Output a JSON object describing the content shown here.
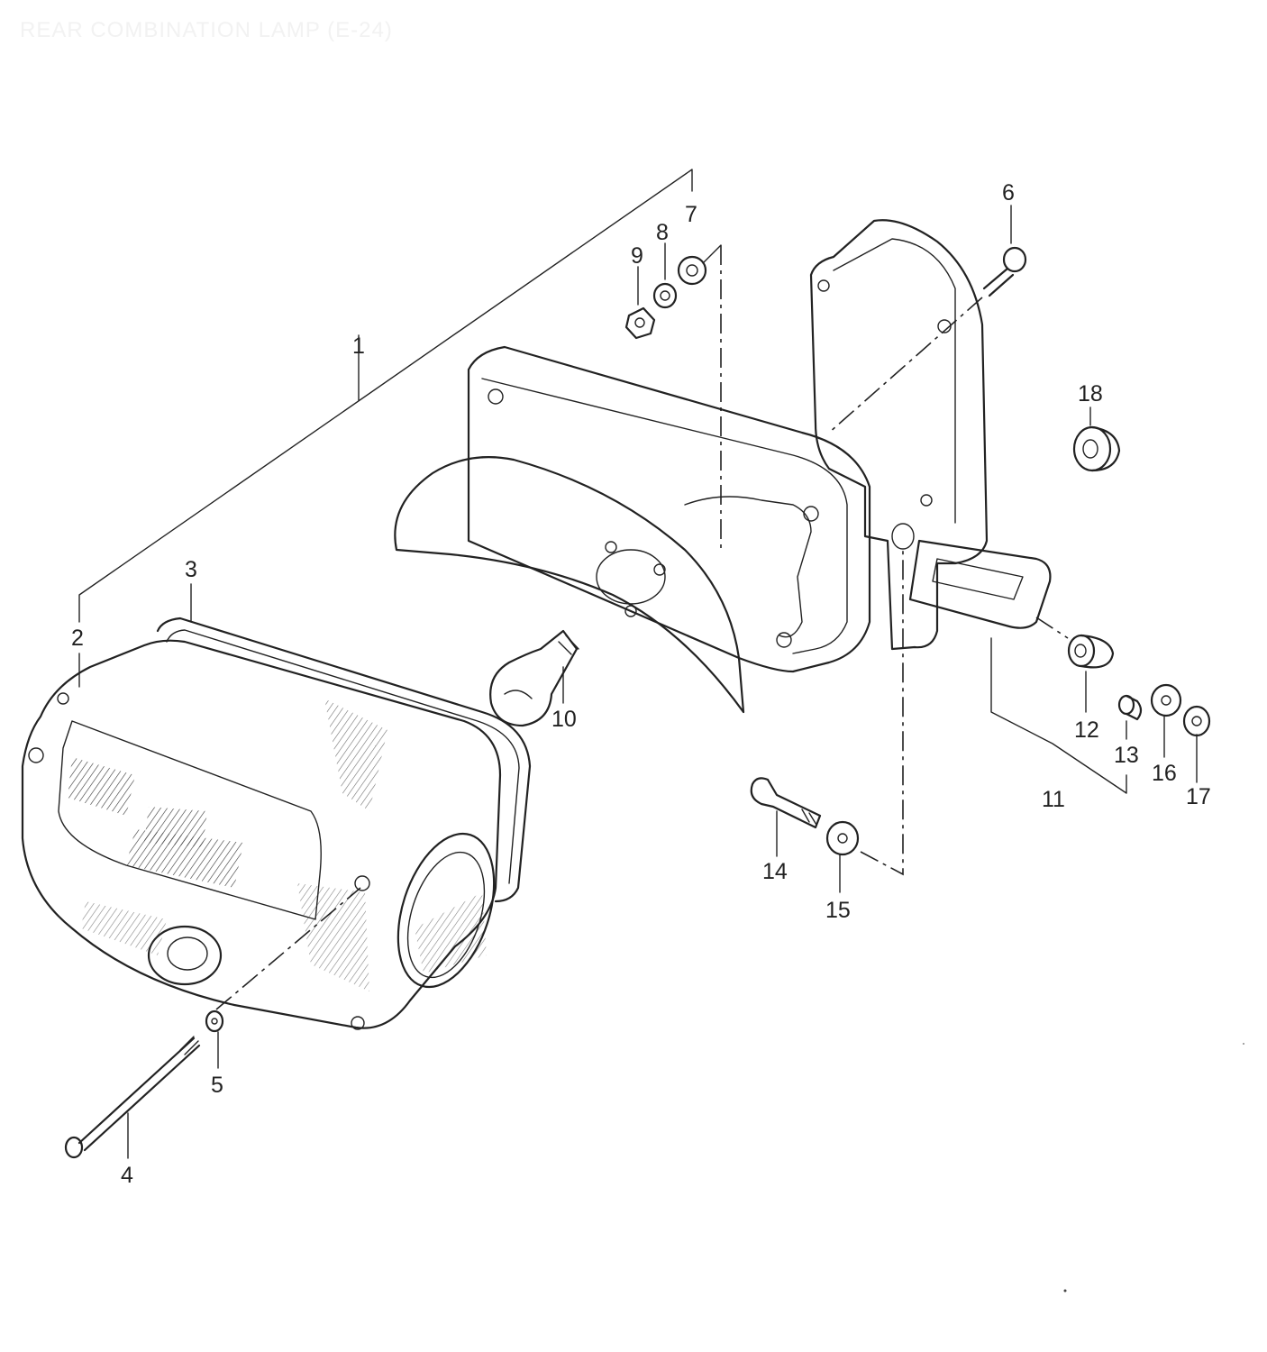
{
  "title": "REAR COMBINATION LAMP (E-24)",
  "callouts": [
    "1",
    "2",
    "3",
    "4",
    "5",
    "6",
    "7",
    "8",
    "9",
    "10",
    "11",
    "12",
    "13",
    "14",
    "15",
    "16",
    "17",
    "18"
  ],
  "colors": {
    "ink": "#222222",
    "paper": "#ffffff",
    "title": "#f2f2f2"
  }
}
